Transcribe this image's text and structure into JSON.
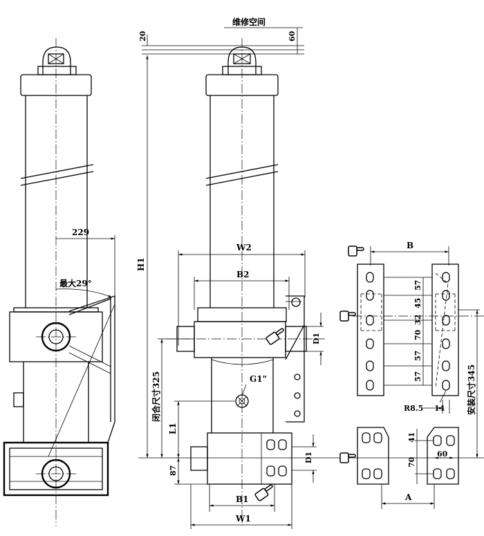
{
  "drawing": {
    "maintenance_space": "维修空间",
    "dim_20": "20",
    "dim_60_top": "60",
    "dim_h1": "H1",
    "dim_229": "229",
    "max_angle": "最大29°",
    "dim_w2": "W2",
    "dim_b2": "B2",
    "dim_d1_upper": "D1",
    "dim_d1_lower": "D1",
    "closed_size": "闭合尺寸325",
    "port_g1": "G1\"",
    "dim_l1": "L1",
    "dim_87": "87",
    "dim_b1": "B1",
    "dim_w1": "W1",
    "dim_b": "B",
    "dim_57a": "57",
    "dim_45": "45",
    "dim_32": "32",
    "dim_70a": "70",
    "dim_57b": "57",
    "dim_57c": "57",
    "install_size": "安装尺寸345",
    "dim_r85": "R8.5",
    "dim_14": "14",
    "dim_41": "41",
    "dim_70b": "70",
    "dim_60_bottom": "60",
    "dim_a": "A"
  }
}
